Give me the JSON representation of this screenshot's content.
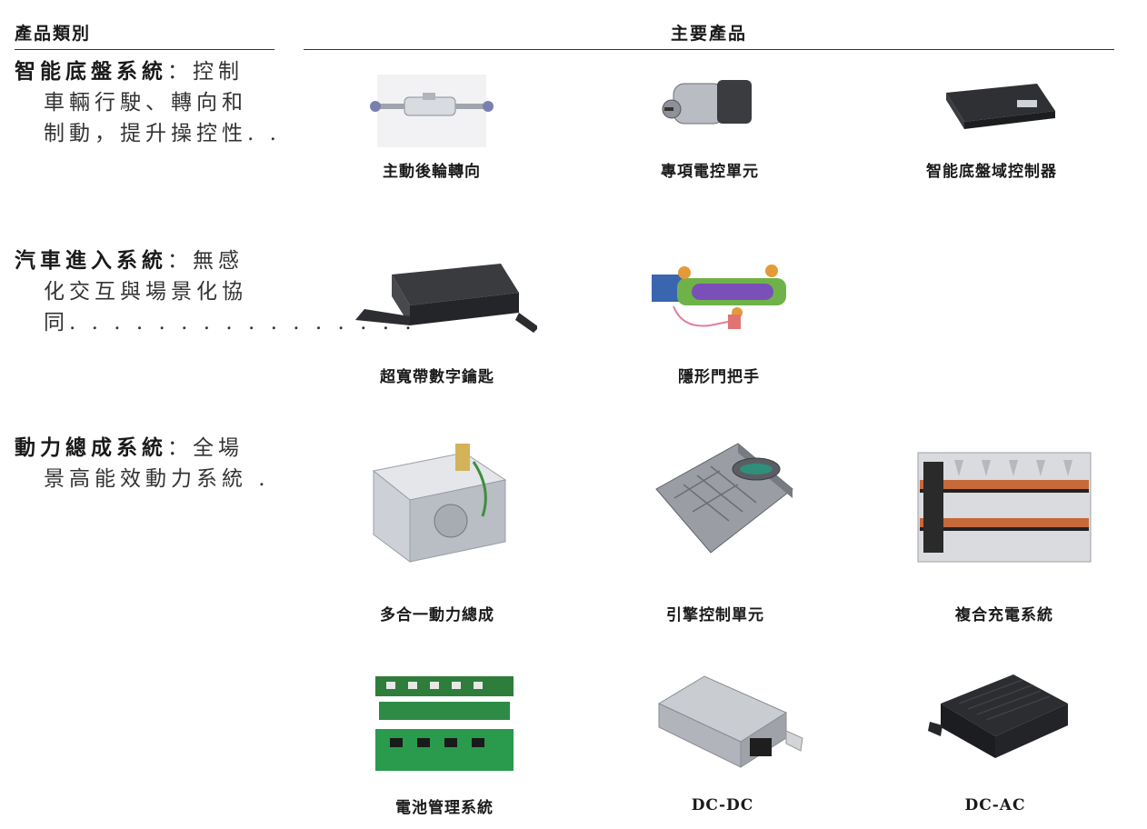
{
  "header": {
    "category": "產品類別",
    "main_products": "主要產品"
  },
  "categories": [
    {
      "name": "智能底盤系統",
      "line1": "：控制",
      "line2": "車輛行駛、轉向和",
      "line3": "制動，提升操控性. ."
    },
    {
      "name": "汽車進入系統",
      "line1": "：無感",
      "line2": "化交互與場景化協",
      "line3": "同. . . . . . . . . . . . . . . ."
    },
    {
      "name": "動力總成系統",
      "line1": "：全場",
      "line2": "景高能效動力系統 .",
      "line3": ""
    }
  ],
  "products": [
    {
      "label": "主動後輪轉向",
      "icon": "rear-steer-actuator-icon"
    },
    {
      "label": "專項電控單元",
      "icon": "motor-ecu-icon"
    },
    {
      "label": "智能底盤域控制器",
      "icon": "domain-controller-icon"
    },
    {
      "label": "超寬帶數字鑰匙",
      "icon": "uwb-key-module-icon"
    },
    {
      "label": "隱形門把手",
      "icon": "hidden-door-handle-icon"
    },
    {
      "label": "多合一動力總成",
      "icon": "powertrain-icon"
    },
    {
      "label": "引擎控制單元",
      "icon": "engine-control-unit-icon"
    },
    {
      "label": "複合充電系統",
      "icon": "charging-system-icon"
    },
    {
      "label": "電池管理系統",
      "icon": "bms-board-icon"
    },
    {
      "label": "DC-DC",
      "icon": "dcdc-converter-icon"
    },
    {
      "label": "DC-AC",
      "icon": "dcac-inverter-icon"
    }
  ]
}
